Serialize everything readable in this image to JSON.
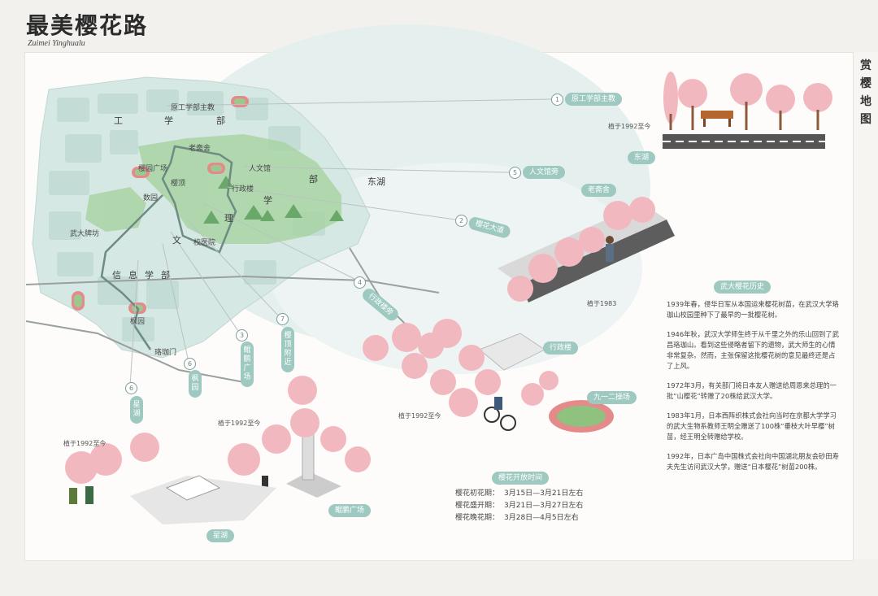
{
  "page": {
    "title": "最美樱花路",
    "subtitle": "Zuimei Yinghualu",
    "side_title": "赏樱地图"
  },
  "map_labels": {
    "faculties": [
      "工",
      "学",
      "部",
      "信",
      "息",
      "学",
      "部",
      "文",
      "理",
      "学",
      "部"
    ],
    "lake": "东湖",
    "places": [
      "原工学部主教",
      "老斋舍",
      "樱园广场",
      "樱顶",
      "人文馆",
      "行政楼",
      "数园",
      "校医院",
      "武大牌坊",
      "枫园",
      "珞珈门"
    ]
  },
  "routes": [
    {
      "num": "1",
      "label": "原工学部主教"
    },
    {
      "num": "5",
      "label": "人文馆旁"
    },
    {
      "num": "2",
      "label": "樱花大道"
    },
    {
      "num": "4",
      "label": "行政楼旁"
    },
    {
      "num": "7",
      "label": "樱顶附近"
    },
    {
      "num": "3",
      "label": "鲲鹏广场"
    },
    {
      "num": "6",
      "label": "枫园"
    },
    {
      "num": "6",
      "label": "星湖"
    }
  ],
  "spot_tags": {
    "donghu": "东湖",
    "laozhaishe": "老斋舍",
    "xingzhenglou": "行政楼",
    "playground": "九一二操场",
    "kunpeng": "鲲鹏广场",
    "xinghu": "星湖",
    "history": "武大樱花历史",
    "bloom": "樱花开放时间"
  },
  "planting_notes": [
    "植于1992至今",
    "植于1983",
    "植于1992至今",
    "植于1992至今",
    "植于1992至今"
  ],
  "history": [
    "1939年春，侵华日军从本国运来樱花树苗，在武汉大学珞珈山校园里种下了最早的一批樱花树。",
    "1946年秋，武汉大学师生终于从千里之外的乐山回到了武昌珞珈山。看到这些侵略者留下的遗物，武大师生的心情非常复杂。然而，主张保留这批樱花树的意见最终还是占了上风。",
    "1972年3月，有关部门将日本友人赠送给周恩来总理的一批“山樱花”转赠了20株给武汉大学。",
    "1983年1月，日本西阵织株式会社向当时在京都大学学习的武大生物系教师王明全赠送了100株“垂枝大叶早樱”树苗，经王明全转赠给学校。",
    "1992年，日本广岛中国株式会社向中国湖北朋友会砂田寿夫先生访问武汉大学，赠送“日本樱花”树苗200株。"
  ],
  "bloom": [
    {
      "label": "樱花初花期：",
      "value": "3月15日—3月21日左右"
    },
    {
      "label": "樱花盛开期：",
      "value": "3月21日—3月27日左右"
    },
    {
      "label": "樱花晚花期：",
      "value": "3月28日—4月5日左右"
    }
  ],
  "colors": {
    "tag": "#9ec9c1",
    "blossom": "#f2b8c0",
    "blossom_dark": "#e79aa6",
    "map_block": "#cfe5df",
    "park": "#a9d3a3",
    "route": "#6e8b84"
  }
}
